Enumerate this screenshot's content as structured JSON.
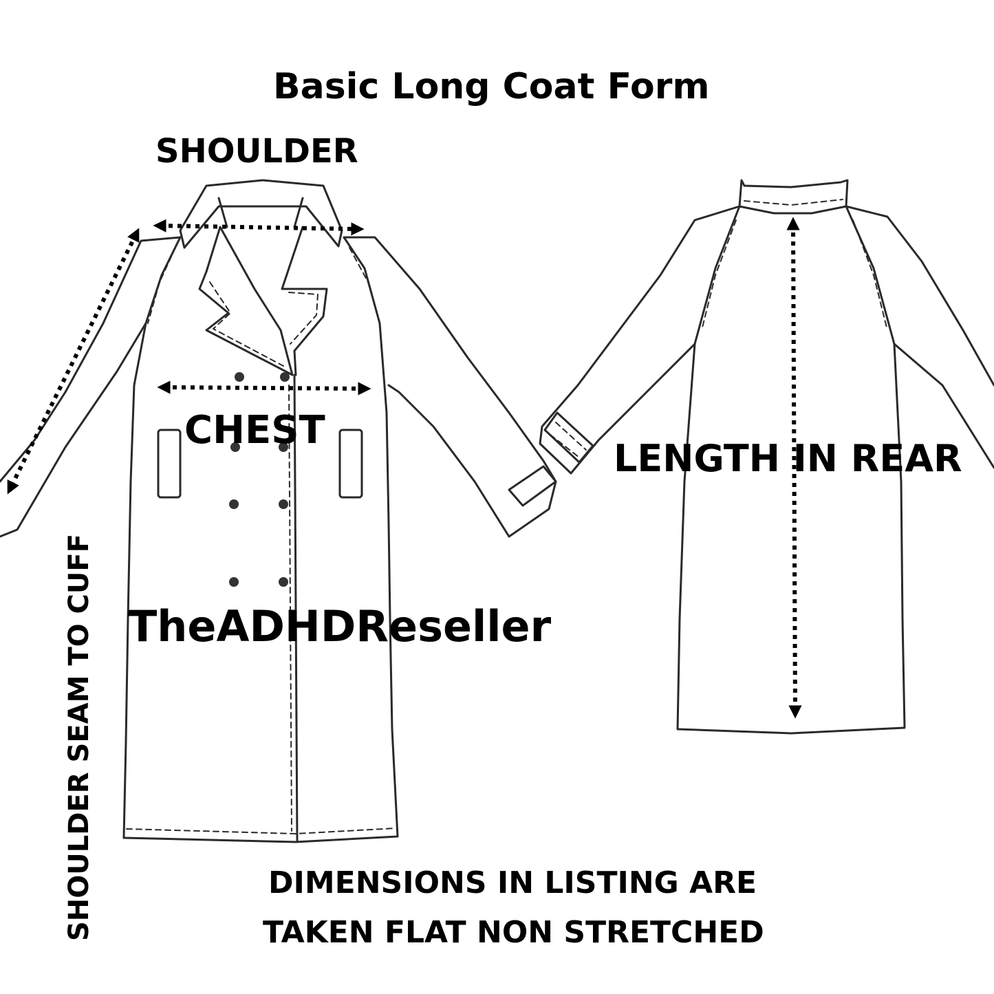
{
  "title": "Basic Long Coat Form",
  "measurements": {
    "shoulder": "SHOULDER",
    "chest": "CHEST",
    "sleeve": "SHOULDER SEAM TO CUFF",
    "length": "LENGTH IN REAR"
  },
  "brand": "TheADHDReseller",
  "note": {
    "line1": "DIMENSIONS IN LISTING ARE",
    "line2": "TAKEN FLAT NON STRETCHED"
  },
  "colors": {
    "ink": "#000000",
    "outline": "#2a2a2a",
    "background": "#ffffff"
  },
  "icons": {
    "front": "coat-front-icon",
    "back": "coat-back-icon"
  }
}
